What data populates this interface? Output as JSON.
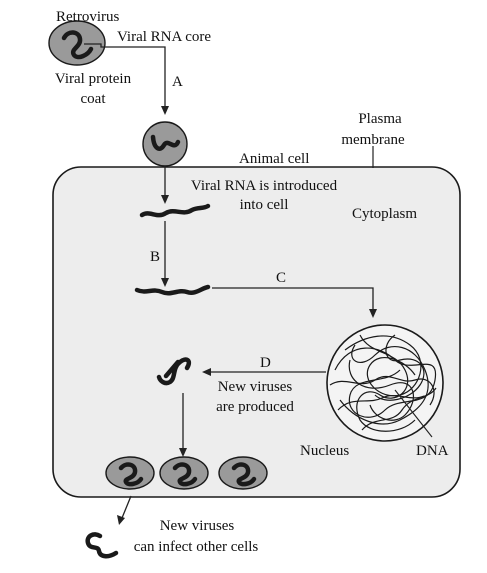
{
  "labels": {
    "retrovirus": "Retrovirus",
    "viral_rna_core": "Viral RNA core",
    "viral_protein_line1": "Viral protein",
    "viral_protein_line2": "coat",
    "step_a": "A",
    "plasma_line1": "Plasma",
    "plasma_line2": "membrane",
    "animal_cell": "Animal cell",
    "rna_introduced_line1": "Viral RNA is introduced",
    "rna_introduced_line2": "into cell",
    "cytoplasm": "Cytoplasm",
    "step_b": "B",
    "step_c": "C",
    "step_d": "D",
    "new_viruses_produced_line1": "New viruses",
    "new_viruses_produced_line2": "are produced",
    "nucleus": "Nucleus",
    "dna": "DNA",
    "new_viruses_infect_line1": "New viruses",
    "new_viruses_infect_line2": "can infect other cells"
  },
  "colors": {
    "cell_fill": "#ededed",
    "outline": "#1a1a1a",
    "virus_coat": "#9a9a9a"
  }
}
